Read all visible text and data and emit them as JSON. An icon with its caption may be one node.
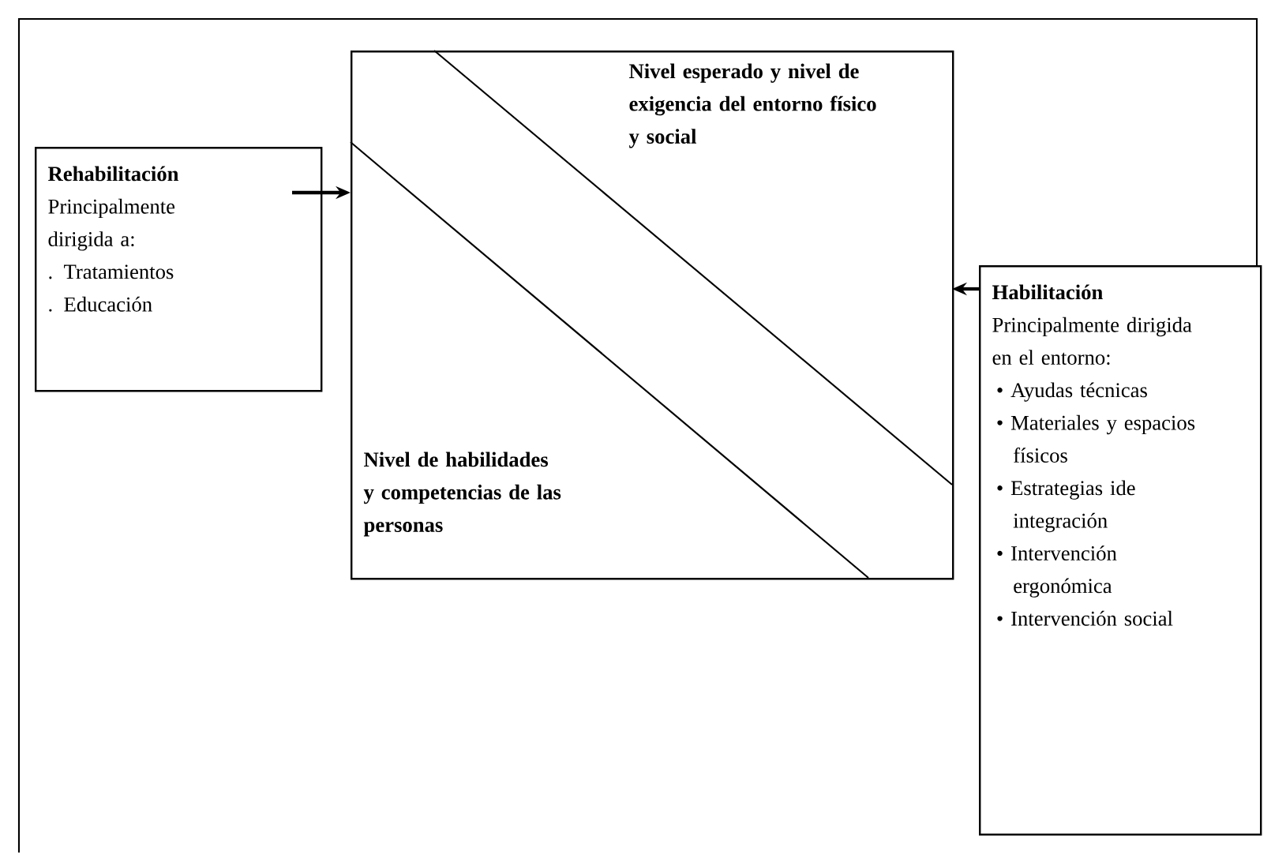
{
  "diagram": {
    "nodes": [
      {
        "text": [
          "Rehabilitación",
          "Principalmente dirigida a:",
          ". Tratamientos",
          ". Educación"
        ]
      },
      {
        "text": [
          "Nivel esperado y nivel de exigencia del entorno físico y social",
          "Nivel de habilidades y competencias de las personas"
        ]
      },
      {
        "text": [
          "Habilitación",
          "Principalmente dirigida en el entorno:",
          "• Ayudas técnicas",
          "• Materiales y espacios físicos",
          "• Estrategias ide integración",
          "• Intervención ergonómica",
          "• Intervención social"
        ]
      }
    ],
    "edges": [
      {
        "from": 0,
        "to": 1,
        "arrow": "to"
      },
      {
        "from": 2,
        "to": 1,
        "arrow": "to"
      }
    ]
  }
}
